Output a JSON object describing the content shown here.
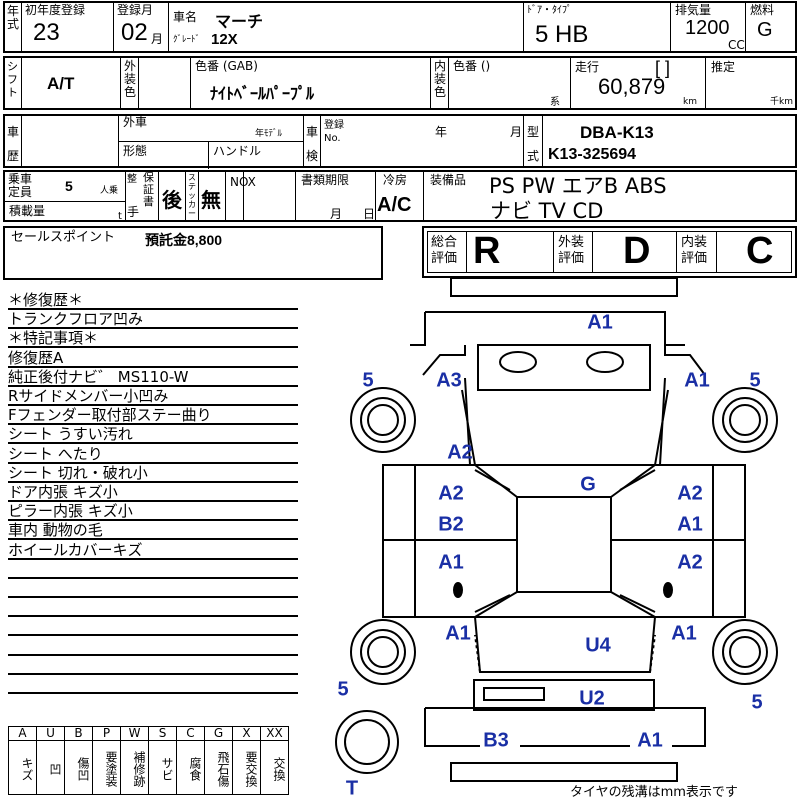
{
  "row1": {
    "year_label": "年式",
    "first_reg_label": "初年度登録",
    "first_reg": "23",
    "reg_month_label": "登録月",
    "reg_month": "02",
    "month_unit": "月",
    "car_name_label": "車名",
    "car_name": "マーチ",
    "grade_label": "ｸﾞﾚｰﾄﾞ",
    "grade": "12X",
    "door_type_label": "ﾄﾞｱ・ﾀｲﾌﾟ",
    "door_type": "5 HB",
    "displacement_label": "排気量",
    "displacement": "1200",
    "cc": "CC",
    "fuel_label": "燃料",
    "fuel": "G"
  },
  "row2": {
    "shift_label": "シフト",
    "shift": "A/T",
    "ext_color_label": "外装色",
    "color_code_label": "色番 (GAB)",
    "ext_color": "ﾅｲﾄﾍﾞｰﾙﾊﾟｰﾌﾟﾙ",
    "int_color_label": "内装色",
    "int_code_label": "色番 ()",
    "int_suffix": "系",
    "mileage_label": "走行",
    "mileage_bracket": "[ ]",
    "mileage": "60,879",
    "km": "km",
    "estimate_label": "推定",
    "thousand_km": "千km"
  },
  "row3": {
    "history_label": "車歴",
    "import_label": "外車",
    "model_year_label": "年ﾓﾃﾞﾙ",
    "form_label": "形態",
    "handle_label": "ハンドル",
    "inspection_label": "車検",
    "reg_no_label": "登録 No.",
    "year_unit": "年",
    "month_unit": "月",
    "model_label": "型式",
    "model_code": "DBA-K13",
    "chassis": "K13-325694"
  },
  "row4": {
    "capacity_label": "乗車定員",
    "capacity": "5",
    "persons": "人乗",
    "load_label": "積載量",
    "ton": "t",
    "warranty_label_a": "保証書",
    "warranty_label_b": "整",
    "warranty_label_c": "手",
    "warranty": "後",
    "sticker_label": "ステッカー",
    "sticker": "無",
    "nox": "NOX",
    "docs_label": "書類期限",
    "docs_month": "月",
    "docs_day": "日",
    "ac_label": "冷房",
    "ac": "A/C",
    "equip_label": "装備品",
    "equip_line1": "PS PW エアB ABS",
    "equip_line2": "ナビ TV CD"
  },
  "row5": {
    "sales_label": "セールスポイント",
    "sales_value": "預託金8,800",
    "overall_label": "総合評価",
    "overall": "R",
    "ext_label": "外装評価",
    "ext": "D",
    "int_label": "内装評価",
    "int": "C"
  },
  "notes": [
    "＊修復歴＊",
    "トランクフロア凹み",
    "＊特記事項＊",
    "修復歴A",
    "純正後付ナビ゛ MS110-W",
    "Rサイドメンバー小凹み",
    "Fフェンダー取付部ステー曲り",
    "シート うすい汚れ",
    "シート へたり",
    "シート 切れ・破れ小",
    "ドア内張 キズ小",
    "ピラー内張 キズ小",
    "車内 動物の毛",
    "ホイールカバーキズ",
    "",
    "",
    "",
    "",
    "",
    "",
    ""
  ],
  "legend": [
    {
      "code": "A",
      "meaning": "キズ"
    },
    {
      "code": "U",
      "meaning": "凹"
    },
    {
      "code": "B",
      "meaning": "傷凹"
    },
    {
      "code": "P",
      "meaning": "要塗装"
    },
    {
      "code": "W",
      "meaning": "補修跡"
    },
    {
      "code": "S",
      "meaning": "サビ"
    },
    {
      "code": "C",
      "meaning": "腐食"
    },
    {
      "code": "G",
      "meaning": "飛石傷"
    },
    {
      "code": "X",
      "meaning": "要交換"
    },
    {
      "code": "XX",
      "meaning": "交換"
    }
  ],
  "diagram": [
    "A1",
    "5",
    "A3",
    "A1",
    "5",
    "A2",
    "G",
    "A2",
    "A2",
    "B2",
    "A1",
    "A1",
    "A2",
    "A1",
    "U4",
    "A1",
    "5",
    "U2",
    "5",
    "B3",
    "A1",
    "T"
  ],
  "footer": "タイヤの残溝はmm表示です",
  "colors": {
    "mark": "#1a2fa5"
  }
}
